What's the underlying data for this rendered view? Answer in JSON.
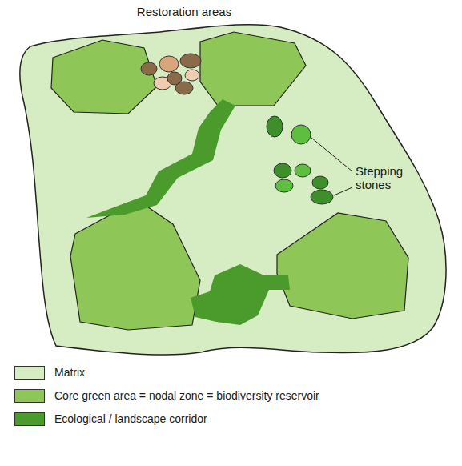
{
  "diagram": {
    "labels": [
      "Restoration areas",
      "Stepping stones"
    ],
    "legend": [
      {
        "text": "Matrix",
        "color": "#d6edc4"
      },
      {
        "text": "Core green area = nodal zone = biodiversity reservoir",
        "color": "#8ec757"
      },
      {
        "text": "Ecological / landscape corridor",
        "color": "#4a9a2c"
      }
    ]
  }
}
